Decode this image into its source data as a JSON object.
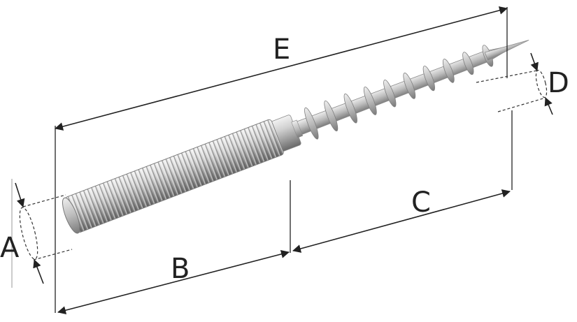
{
  "labels": {
    "a": "A",
    "b": "B",
    "c": "C",
    "d": "D",
    "e": "E"
  },
  "colors": {
    "line": "#222222",
    "dashed": "#333333",
    "steel_light": "#e6e6e6",
    "steel_mid": "#b4b4b4",
    "steel_dark": "#777777",
    "background": "#ffffff"
  },
  "icons": {
    "part": "hanger-bolt-icon"
  }
}
